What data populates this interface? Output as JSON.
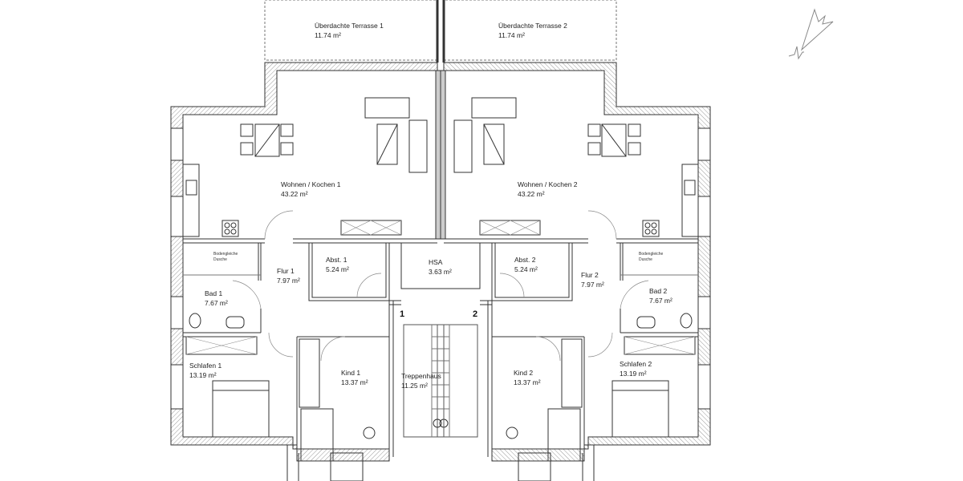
{
  "rooms": {
    "terrasse1": {
      "name": "Überdachte Terrasse 1",
      "area": "11.74 m²"
    },
    "terrasse2": {
      "name": "Überdachte Terrasse 2",
      "area": "11.74 m²"
    },
    "wohnen1": {
      "name": "Wohnen / Kochen 1",
      "area": "43.22 m²"
    },
    "wohnen2": {
      "name": "Wohnen / Kochen 2",
      "area": "43.22 m²"
    },
    "flur1": {
      "name": "Flur 1",
      "area": "7.97 m²"
    },
    "flur2": {
      "name": "Flur 2",
      "area": "7.97 m²"
    },
    "abst1": {
      "name": "Abst. 1",
      "area": "5.24 m²"
    },
    "abst2": {
      "name": "Abst. 2",
      "area": "5.24 m²"
    },
    "hsa": {
      "name": "HSA",
      "area": "3.63 m²"
    },
    "bad1": {
      "name": "Bad 1",
      "area": "7.67 m²"
    },
    "bad2": {
      "name": "Bad 2",
      "area": "7.67 m²"
    },
    "schlafen1": {
      "name": "Schlafen 1",
      "area": "13.19 m²"
    },
    "schlafen2": {
      "name": "Schlafen 2",
      "area": "13.19 m²"
    },
    "kind1": {
      "name": "Kind 1",
      "area": "13.37 m²"
    },
    "kind2": {
      "name": "Kind 2",
      "area": "13.37 m²"
    },
    "treppenhaus": {
      "name": "Treppenhaus",
      "area": "11.25 m²"
    }
  },
  "dusche_label": {
    "line1": "Bodengleiche",
    "line2": "Dusche"
  },
  "unit_numbers": {
    "left": "1",
    "right": "2"
  },
  "north_arrow": "north-arrow-icon"
}
